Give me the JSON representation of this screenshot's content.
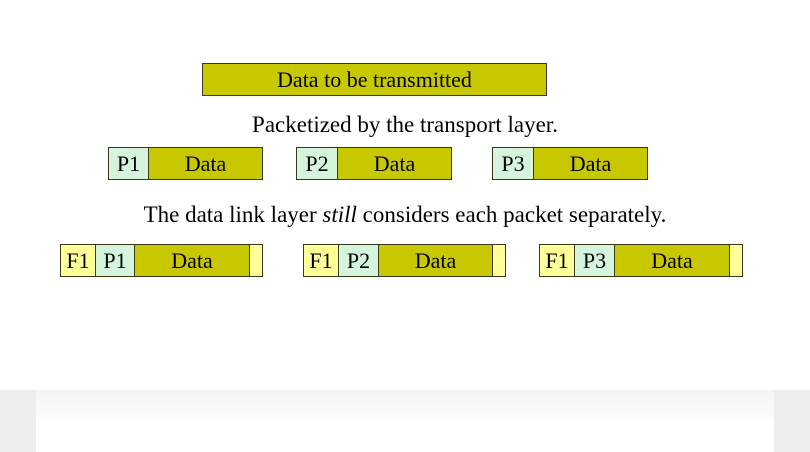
{
  "top_box": {
    "label": "Data to be transmitted"
  },
  "caption1": "Packetized by the transport layer.",
  "packets": [
    {
      "header": "P1",
      "data": "Data"
    },
    {
      "header": "P2",
      "data": "Data"
    },
    {
      "header": "P3",
      "data": "Data"
    }
  ],
  "caption2": {
    "before": "The data link layer ",
    "emphasis": "still",
    "after": " considers each packet separately."
  },
  "frames": [
    {
      "frame_header": "F1",
      "packet_header": "P1",
      "data": "Data",
      "trailer": ""
    },
    {
      "frame_header": "F1",
      "packet_header": "P2",
      "data": "Data",
      "trailer": ""
    },
    {
      "frame_header": "F1",
      "packet_header": "P3",
      "data": "Data",
      "trailer": ""
    }
  ],
  "colors": {
    "data": "#c8c800",
    "packet_header": "#d4f4dc",
    "frame_header_trailer": "#ffff99"
  }
}
